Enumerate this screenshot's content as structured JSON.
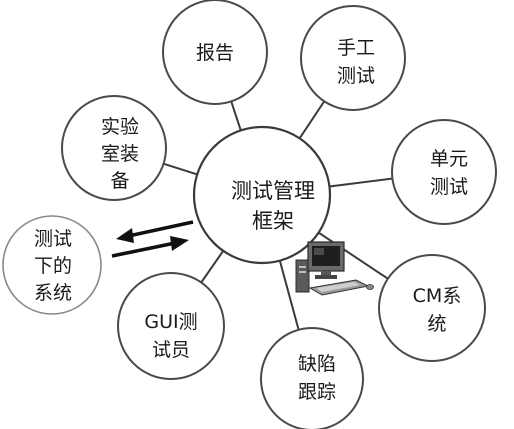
{
  "center": {
    "lines": [
      "测试管理",
      "框架"
    ]
  },
  "nodes": {
    "report": {
      "lines": [
        "报告"
      ]
    },
    "manual_test": {
      "lines": [
        "手工",
        "测试"
      ]
    },
    "unit_test": {
      "lines": [
        "单元",
        "测试"
      ]
    },
    "cm_system": {
      "lines": [
        "CM系",
        "统"
      ]
    },
    "defect_tracking": {
      "lines": [
        "缺陷",
        "跟踪"
      ]
    },
    "gui_tester": {
      "lines": [
        "GUI测",
        "试员"
      ]
    },
    "lab_equipment": {
      "lines": [
        "实验",
        "室装",
        "备"
      ]
    },
    "system_under_test": {
      "lines": [
        "测试",
        "下的",
        "系统"
      ]
    }
  },
  "icons": {
    "computer": "desktop-computer-icon",
    "exchange": "bidirectional-arrows-icon"
  }
}
